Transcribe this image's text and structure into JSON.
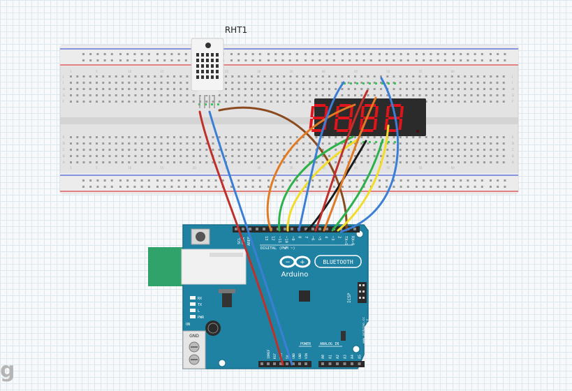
{
  "sensor": {
    "label": "RHT1"
  },
  "board": {
    "logo_text": "Arduino",
    "bluetooth_label": "BLUETOOTH",
    "digital_label": "DIGITAL (PWM ~)",
    "power_label": "POWER",
    "analog_label": "ANALOG IN",
    "icsp_label": "ICSP",
    "made_in": "MADE IN ITALY",
    "website": "www.arduino.cc",
    "gnd_label": "GND",
    "aref_label": "AREF",
    "sda_label": "SDA",
    "scl_label": "SCL",
    "tx_label": "TX",
    "rx_label": "RX",
    "l_label": "L",
    "pwr_label": "PWR",
    "on_label": "ON",
    "digital_pins": [
      "13",
      "12",
      "~11",
      "~10",
      "~9",
      "8",
      "7",
      "~6",
      "~5",
      "4",
      "~3",
      "2",
      "TX→1",
      "RX←0"
    ],
    "power_pins": [
      "IOREF",
      "RST",
      "3V3",
      "5V",
      "GND",
      "GND",
      "VIN"
    ],
    "analog_pins": [
      "A0",
      "A1",
      "A2",
      "A3",
      "A4",
      "A5"
    ]
  },
  "display": {
    "digits": 4,
    "color": "#e0141a",
    "segment_off": "#4a0d0d"
  },
  "breadboard": {
    "top_row_letters": [
      "J",
      "I",
      "H",
      "G",
      "F"
    ],
    "bottom_row_letters": [
      "E",
      "D",
      "C",
      "B",
      "A"
    ],
    "column_numbers": [
      "1",
      "5",
      "10",
      "15",
      "20",
      "25",
      "30",
      "35",
      "40",
      "45",
      "50",
      "55",
      "60"
    ]
  },
  "wires": [
    {
      "color": "#c0302a",
      "from": "RHT1",
      "to": "5V"
    },
    {
      "color": "#3a7fd5",
      "from": "RHT1",
      "to": "GND"
    },
    {
      "color": "#8b4a1f",
      "from": "RHT1",
      "to": "D2"
    },
    {
      "color": "#e07a24",
      "from": "display",
      "to": "D12"
    },
    {
      "color": "#2db14a",
      "from": "display",
      "to": "D11"
    },
    {
      "color": "#f2dc2a",
      "from": "display",
      "to": "D10"
    },
    {
      "color": "#3a7fd5",
      "from": "display",
      "to": "D9"
    },
    {
      "color": "#1a1a1a",
      "from": "display",
      "to": "D8"
    },
    {
      "color": "#c0302a",
      "from": "display",
      "to": "D7"
    },
    {
      "color": "#e07a24",
      "from": "display",
      "to": "D6"
    },
    {
      "color": "#2db14a",
      "from": "display",
      "to": "D5"
    },
    {
      "color": "#f2dc2a",
      "from": "display",
      "to": "D4"
    },
    {
      "color": "#3a7fd5",
      "from": "display",
      "to": "D3"
    }
  ],
  "watermark": "g"
}
